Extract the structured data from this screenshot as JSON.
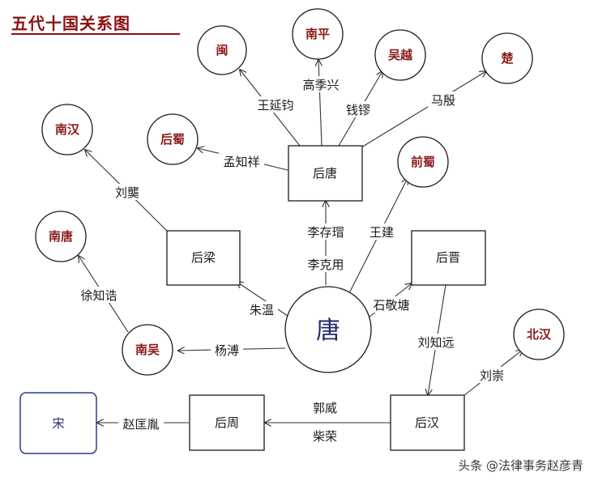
{
  "title": "五代十国关系图",
  "center": "唐",
  "dynasties": {
    "houliang": "后梁",
    "houtang": "后唐",
    "houjin": "后晋",
    "houhan": "后汉",
    "houzhou": "后周",
    "song": "宋"
  },
  "states": {
    "min": "闽",
    "nanping": "南平",
    "wuyue": "吴越",
    "chu": "楚",
    "nanhan": "南汉",
    "houshu": "后蜀",
    "qianshu": "前蜀",
    "nantang": "南唐",
    "nanwu": "南吴",
    "beihan": "北汉"
  },
  "founders": {
    "wang_yanjun": "王延钧",
    "gao_jixing": "高季兴",
    "qian_liu": "钱镠",
    "ma_yin": "马殷",
    "meng_zhixiang": "孟知祥",
    "liu_yan": "刘龑",
    "li_cunxu": "李存瑁",
    "li_keyong": "李克用",
    "wang_jian": "王建",
    "xu_zhigao": "徐知诰",
    "zhu_wen": "朱温",
    "shi_jingtang": "石敬塘",
    "yang_pu": "杨溥",
    "liu_zhiyuan": "刘知远",
    "liu_chong": "刘崇",
    "guo_wei": "郭威",
    "chai_rong": "柴荣",
    "zhao_kuangyin": "赵匡胤"
  },
  "watermark": "头条 @法律事务赵彦青"
}
